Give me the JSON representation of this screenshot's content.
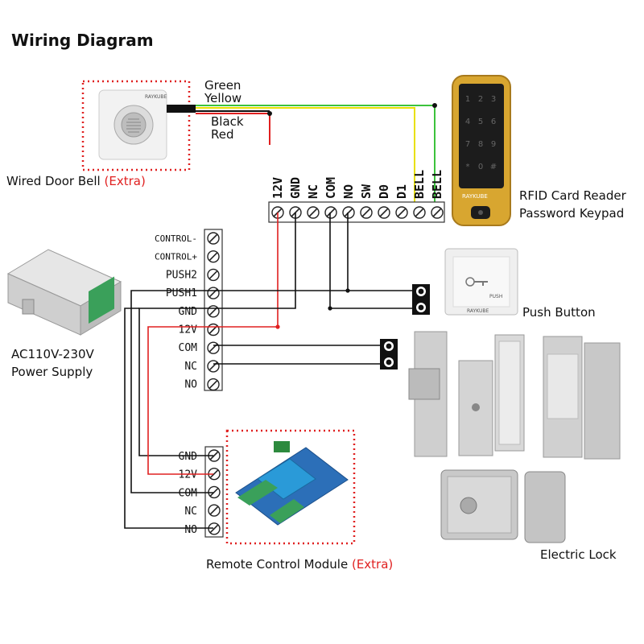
{
  "title": "Wiring Diagram",
  "wire_labels": {
    "green": "Green",
    "yellow": "Yellow",
    "black": "Black",
    "red": "Red"
  },
  "colors": {
    "green": "#3cc23c",
    "yellow": "#e8e000",
    "black": "#111111",
    "red": "#e02020",
    "extra_border": "#e02020",
    "keypad_gold": "#d8a630"
  },
  "door_bell": {
    "label": "Wired Door Bell",
    "extra": "(Extra)",
    "brand": "RAYKUBE"
  },
  "keypad": {
    "label_line1": "RFID Card Reader",
    "label_line2": "Password Keypad",
    "brand": "RAYKUBE",
    "keys": [
      "1",
      "2",
      "3",
      "4",
      "5",
      "6",
      "7",
      "8",
      "9",
      "*",
      "0",
      "#"
    ]
  },
  "keypad_terminals": [
    "12V",
    "GND",
    "NC",
    "COM",
    "NO",
    "SW",
    "D0",
    "D1",
    "BELL",
    "BELL"
  ],
  "power_supply": {
    "label_line1": "AC110V-230V",
    "label_line2": "Power Supply",
    "terminals": [
      "CONTROL-",
      "CONTROL+",
      "PUSH2",
      "PUSH1",
      "GND",
      "12V",
      "COM",
      "NC",
      "NO"
    ]
  },
  "push_button": {
    "label": "Push Button",
    "brand": "RAYKUBE",
    "text": "PUSH"
  },
  "electric_lock": {
    "label": "Electric Lock"
  },
  "remote_module": {
    "label": "Remote Control Module",
    "extra": "(Extra)",
    "terminals": [
      "GND",
      "12V",
      "COM",
      "NC",
      "NO"
    ]
  }
}
